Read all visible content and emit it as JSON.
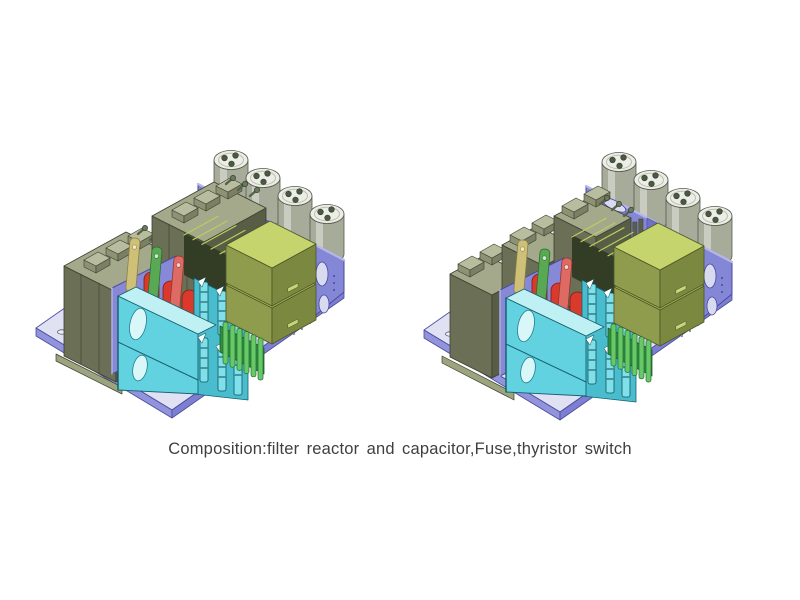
{
  "caption": {
    "text": "Composition:filter reactor and capacitor,Fuse,thyristor switch"
  },
  "renders": [
    {
      "id": "left-assembly",
      "components": [
        "filter-reactor",
        "filter-capacitor",
        "fuse",
        "thyristor-switch",
        "mounting-plate",
        "terminal-block"
      ]
    },
    {
      "id": "right-assembly",
      "components": [
        "filter-reactor",
        "filter-capacitor",
        "fuse",
        "thyristor-switch",
        "mounting-plate",
        "terminal-block"
      ]
    }
  ],
  "palette": {
    "plate_top": "#e0e1f3",
    "plate_edge": "#7d7fd2",
    "panel_purple": "#8486d6",
    "panel_slot": "#d8daf0",
    "reactor_olive": "#6a6f55",
    "reactor_top": "#a5a98b",
    "capacitor_cylinder": "#a6ab9a",
    "capacitor_top": "#ecede7",
    "fuse_red": "#d93a2c",
    "tab_yellow": "#cfc078",
    "tab_green": "#58a854",
    "tab_pink": "#dd6b63",
    "bracket_cyan": "#63d2e0",
    "heatsink_dark": "#333d26",
    "heatsink_fin": "#b9cd61",
    "capacitor_box": "#8f9c4e",
    "capacitor_box_top": "#c5d46c",
    "terminal_green": "#68c868"
  }
}
